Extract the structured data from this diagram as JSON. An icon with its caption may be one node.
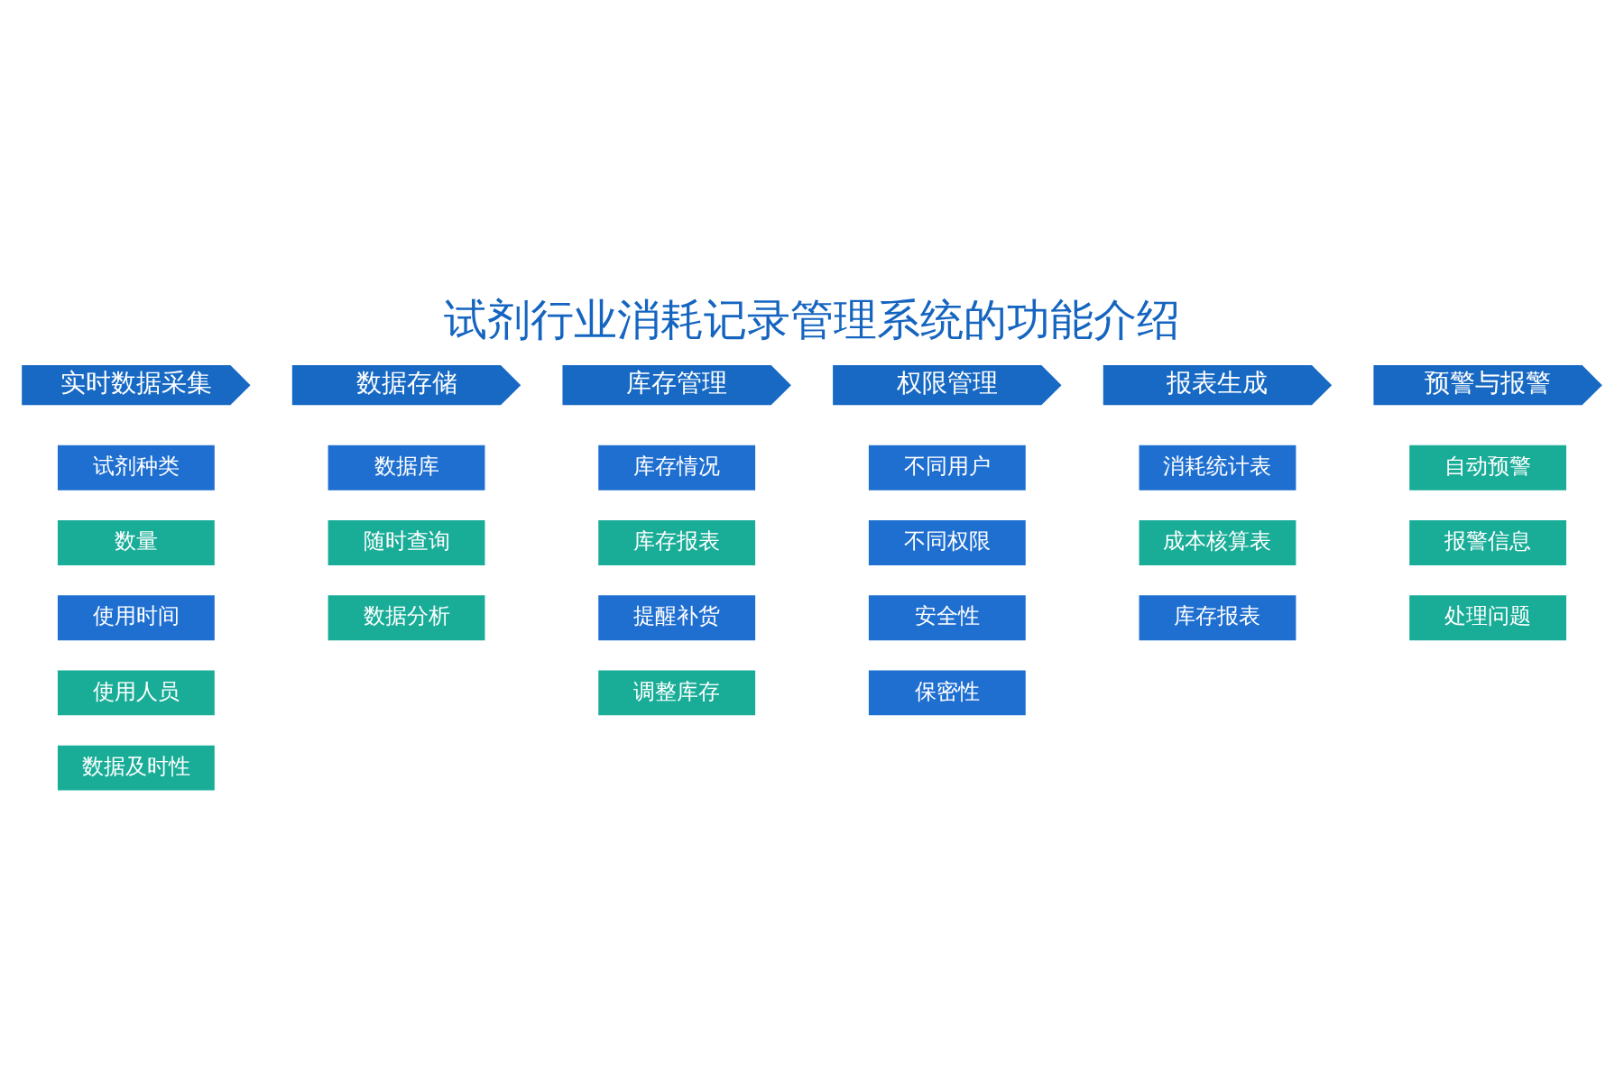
{
  "diagram": {
    "title": "试剂行业消耗记录管理系统的功能介绍",
    "nodes": [
      {
        "text": [
          "实时数据采集"
        ]
      },
      {
        "text": [
          "试剂种类"
        ]
      },
      {
        "text": [
          "数量"
        ]
      },
      {
        "text": [
          "使用时间"
        ]
      },
      {
        "text": [
          "使用人员"
        ]
      },
      {
        "text": [
          "数据及时性"
        ]
      },
      {
        "text": [
          "数据存储"
        ]
      },
      {
        "text": [
          "数据库"
        ]
      },
      {
        "text": [
          "随时查询"
        ]
      },
      {
        "text": [
          "数据分析"
        ]
      },
      {
        "text": [
          "库存管理"
        ]
      },
      {
        "text": [
          "库存情况"
        ]
      },
      {
        "text": [
          "库存报表"
        ]
      },
      {
        "text": [
          "提醒补货"
        ]
      },
      {
        "text": [
          "调整库存"
        ]
      },
      {
        "text": [
          "权限管理"
        ]
      },
      {
        "text": [
          "不同用户"
        ]
      },
      {
        "text": [
          "不同权限"
        ]
      },
      {
        "text": [
          "安全性"
        ]
      },
      {
        "text": [
          "保密性"
        ]
      },
      {
        "text": [
          "报表生成"
        ]
      },
      {
        "text": [
          "消耗统计表"
        ]
      },
      {
        "text": [
          "成本核算表"
        ]
      },
      {
        "text": [
          "库存报表"
        ]
      },
      {
        "text": [
          "预警与报警"
        ]
      },
      {
        "text": [
          "自动预警"
        ]
      },
      {
        "text": [
          "报警信息"
        ]
      },
      {
        "text": [
          "处理问题"
        ]
      }
    ],
    "edges": []
  }
}
